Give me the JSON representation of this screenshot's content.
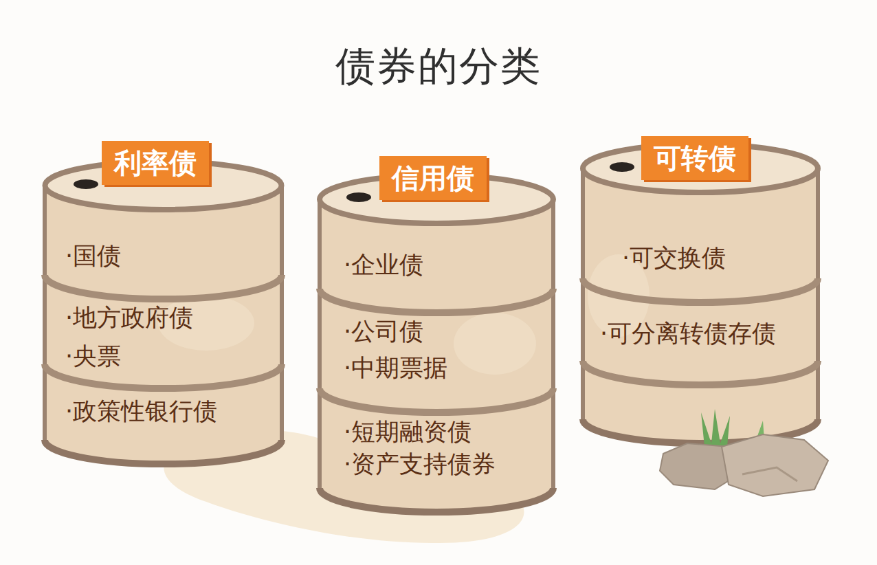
{
  "diagram": {
    "title": "债券的分类",
    "nodes": [
      {
        "text": [
          "利率债",
          "·国债",
          "·地方政府债",
          "·央票",
          "·政策性银行债"
        ]
      },
      {
        "text": [
          "信用债",
          "·企业债",
          "·公司债",
          "·中期票据",
          "·短期融资债",
          "·资产支持债券"
        ]
      },
      {
        "text": [
          "可转债",
          "·可交换债",
          "·可分离转债存债"
        ]
      }
    ]
  }
}
